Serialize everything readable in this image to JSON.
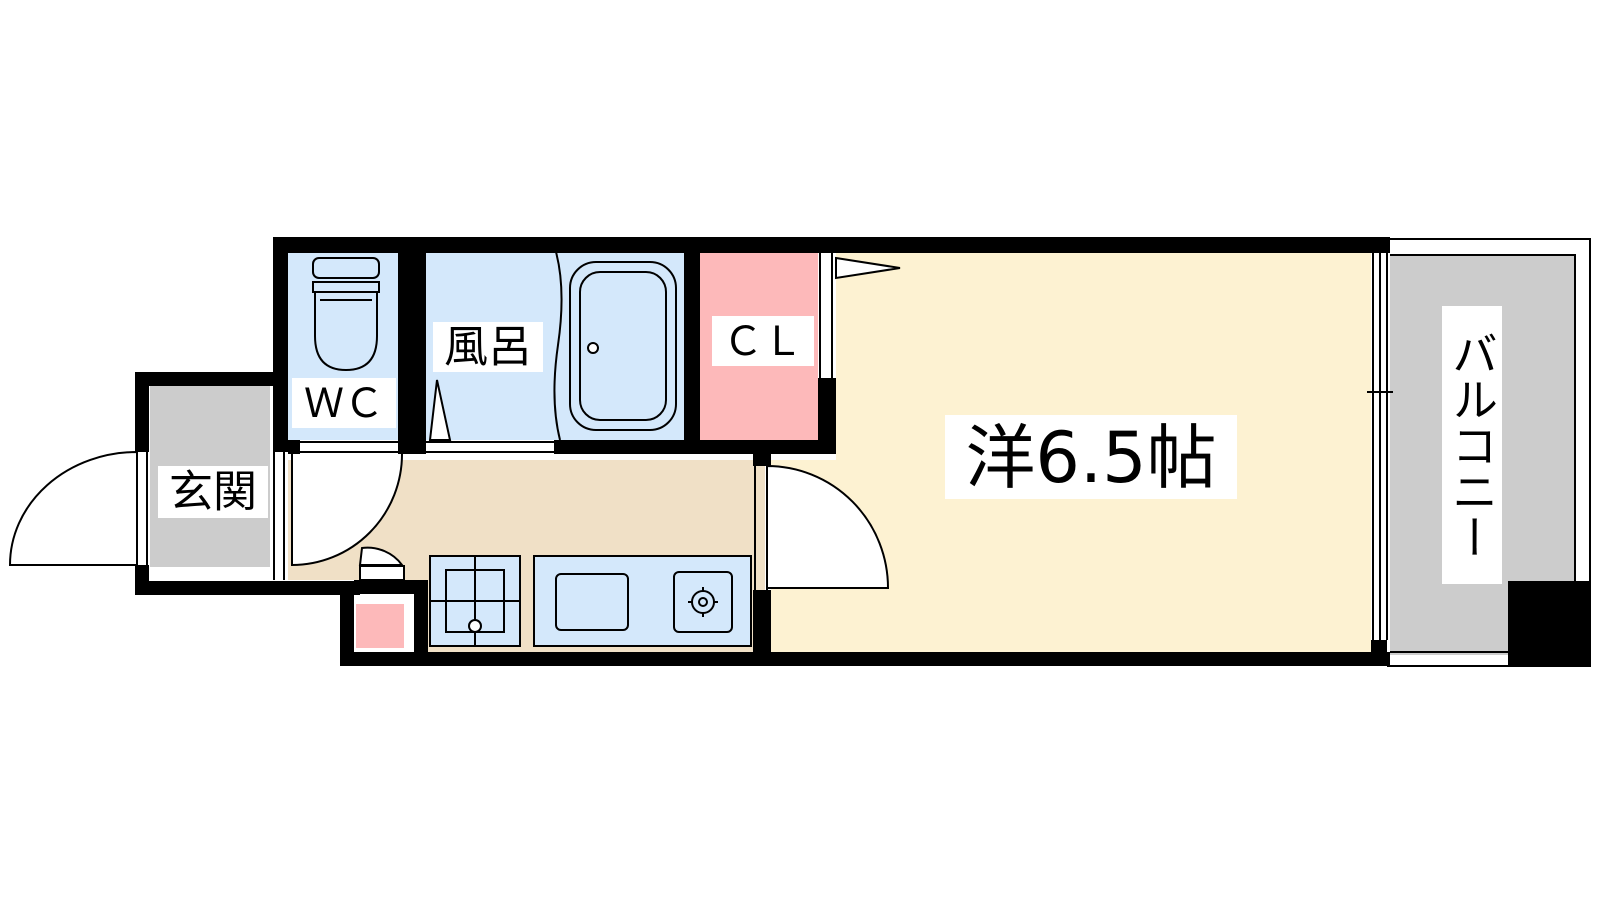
{
  "floor_plan": {
    "rooms": {
      "main_room": {
        "label": "洋6.5帖",
        "color": "#fdf2d2"
      },
      "closet": {
        "label": "ＣＬ",
        "color": "#fdb9ba"
      },
      "bath": {
        "label": "風呂",
        "color": "#d4e8fb"
      },
      "toilet": {
        "label": "ＷＣ",
        "color": "#d4e8fb"
      },
      "entrance": {
        "label": "玄関",
        "color": "#cccccc"
      },
      "balcony": {
        "label": "バルコニー",
        "color": "#cccccc"
      },
      "corridor_kitchen": {
        "color": "#f0e0c6"
      }
    },
    "wall_color": "#000000",
    "fixture_color": "#d4e8fb"
  }
}
